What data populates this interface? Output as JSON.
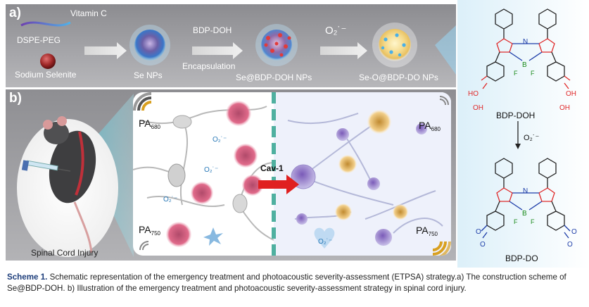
{
  "panel_a": {
    "label": "a)",
    "vitamin_c": "Vitamin C",
    "dspe_peg": "DSPE-PEG",
    "sodium_selenite": "Sodium Selenite",
    "se_nps": "Se NPs",
    "bdp_doh": "BDP-DOH",
    "encapsulation": "Encapsulation",
    "se_bdp_doh_nps": "Se@BDP-DOH NPs",
    "o2_radical": "O₂˙⁻",
    "se_o_bdp_do_nps": "Se-O@BDP-DO NPs"
  },
  "panel_b": {
    "label": "b)",
    "spinal_cord_injury": "Spinal Cord Injury",
    "pa680_left_main": "PA",
    "pa680_left_sub": "680",
    "pa750_left_main": "PA",
    "pa750_left_sub": "750",
    "pa680_right_main": "PA",
    "pa680_right_sub": "680",
    "pa750_right_main": "PA",
    "pa750_right_sub": "750",
    "o2_labels": [
      "O₂˙⁻",
      "O₂˙⁻",
      "O₂˙⁻",
      "O₂˙⁻"
    ],
    "cav1": "Cav-1"
  },
  "chemistry": {
    "bdp_doh": "BDP-DOH",
    "bdp_do": "BDP-DO",
    "o2_reagent": "O₂˙⁻",
    "atoms": {
      "N": "N",
      "B": "B",
      "F": "F",
      "HO": "HO",
      "OH": "OH",
      "O": "O"
    }
  },
  "caption": {
    "title": "Scheme 1.",
    "text": "Schematic representation of the emergency treatment and photoacoustic severity-assessment (ETPSA) strategy.a) The construction scheme of Se@BDP-DOH. b) Illustration of the emergency treatment and photoacoustic severity-assessment strategy in spinal cord injury."
  },
  "colors": {
    "panel_gray": "#9a9a9e",
    "teal_divider": "#4fb0a0",
    "red_arrow": "#e02020",
    "pa_wave_dark": "#555555",
    "pa_wave_gold": "#d9a020",
    "bdp_red": "#e02a2a",
    "bdp_blue": "#1d3da8",
    "bdp_green": "#1a8a1a"
  }
}
